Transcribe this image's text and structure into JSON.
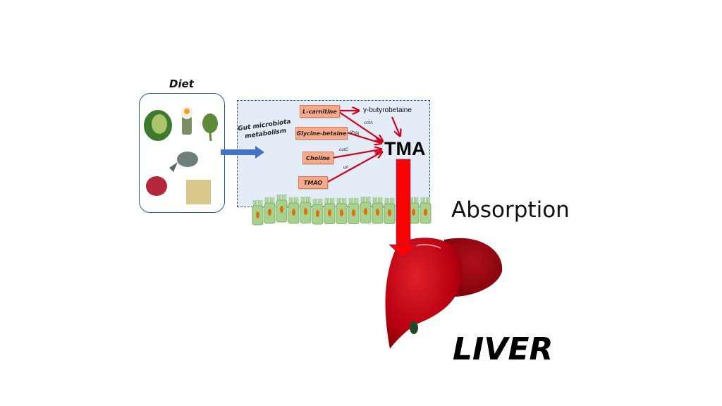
{
  "diet": {
    "title": "Diet",
    "items": [
      "cabbage",
      "egg",
      "artichoke",
      "fish",
      "red-meat",
      "bean-sprouts"
    ]
  },
  "gut": {
    "label_line1": "Gut microbiota",
    "label_line2": "metabolism",
    "substrates": [
      {
        "name": "L-carnitine",
        "enzyme": "cntA"
      },
      {
        "name": "Glycine-betaine",
        "enzyme": "grdA"
      },
      {
        "name": "Choline",
        "enzyme": "cutC"
      },
      {
        "name": "TMAO",
        "enzyme": "tor"
      }
    ],
    "intermediate": "γ-butyrobetaine",
    "product": "TMA"
  },
  "absorption_label": "Absorption",
  "organ_label": "LIVER",
  "colors": {
    "arrow_red": "#d0021b",
    "diet_arrow_blue": "#4472c4",
    "substrate_fill": "#f7a98a",
    "gut_bg": "#e4edf7",
    "cell_green": "#a9d18e",
    "liver_red": "#c0000f"
  }
}
